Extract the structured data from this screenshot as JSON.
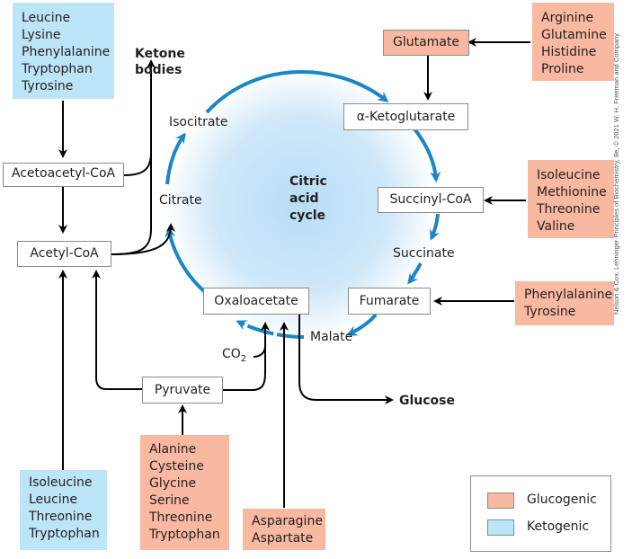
{
  "diagram": {
    "type": "metabolic-pathway",
    "center_title": [
      "Citric",
      "acid",
      "cycle"
    ],
    "cycle_intermediates": {
      "alpha_ketoglutarate": "α-Ketoglutarate",
      "succinyl_coa": "Succinyl-CoA",
      "succinate": "Succinate",
      "fumarate": "Fumarate",
      "malate": "Malate",
      "oxaloacetate": "Oxaloacetate",
      "citrate": "Citrate",
      "isocitrate": "Isocitrate"
    },
    "other_intermediates": {
      "acetoacetyl_coa": "Acetoacetyl-CoA",
      "acetyl_coa": "Acetyl-CoA",
      "pyruvate": "Pyruvate",
      "glutamate": "Glutamate",
      "co2": "CO",
      "co2_sub": "2"
    },
    "products": {
      "ketone_bodies": [
        "Ketone",
        "bodies"
      ],
      "glucose": "Glucose"
    },
    "amino_acid_groups": {
      "top_left_ketogenic": [
        "Leucine",
        "Lysine",
        "Phenylalanine",
        "Tryptophan",
        "Tyrosine"
      ],
      "bottom_left_ketogenic": [
        "Isoleucine",
        "Leucine",
        "Threonine",
        "Tryptophan"
      ],
      "to_glutamate": [
        "Arginine",
        "Glutamine",
        "Histidine",
        "Proline"
      ],
      "to_succinyl_coa": [
        "Isoleucine",
        "Methionine",
        "Threonine",
        "Valine"
      ],
      "to_fumarate": [
        "Phenylalanine",
        "Tyrosine"
      ],
      "to_pyruvate": [
        "Alanine",
        "Cysteine",
        "Glycine",
        "Serine",
        "Threonine",
        "Tryptophan"
      ],
      "to_oxaloacetate": [
        "Asparagine",
        "Aspartate"
      ]
    },
    "legend": {
      "items": [
        {
          "label": "Glucogenic",
          "color": "#f9b9a0"
        },
        {
          "label": "Ketogenic",
          "color": "#bde5f8"
        }
      ]
    },
    "credit": "Nelson & Cox, Lehninger Principles of Biochemistry, 8e, © 2021 W. H. Freeman and Company",
    "colors": {
      "cycle_arrow": "#1a86c8",
      "glucogenic": "#f9b9a0",
      "ketogenic": "#bde5f8",
      "arrow": "#000000"
    }
  }
}
